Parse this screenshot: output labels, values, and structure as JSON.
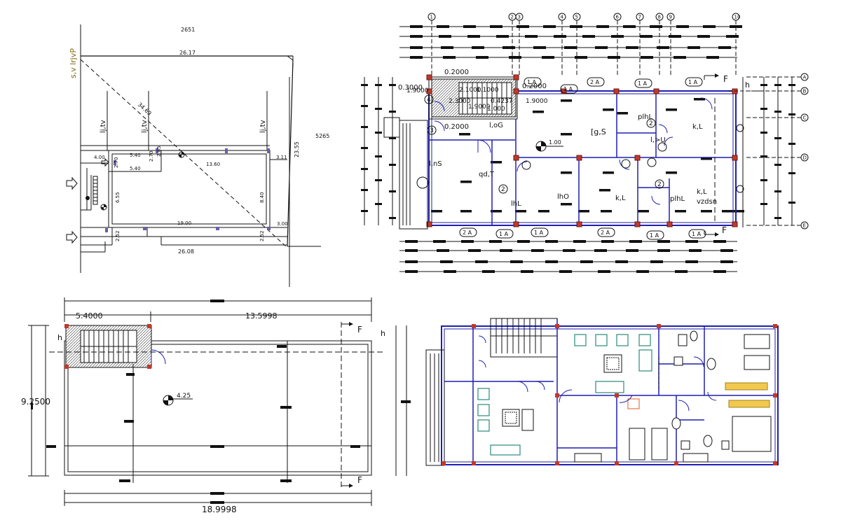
{
  "site_plan": {
    "top_dim": "2651",
    "road_label": "s,v lrjvP",
    "length_top": "26.17",
    "diagonal": "34.69",
    "right_dim": "5265",
    "depth_right": "23.55",
    "road_labels": [
      "lj,tv",
      "lj,tv",
      "lj,tv"
    ],
    "d_400": "4.00",
    "d_540a": "5.40",
    "d_540b": "5.40",
    "d_270a": "2.70",
    "d_270b": "2.70",
    "d_285": "2.85",
    "d_1360": "13.60",
    "d_311": "3.11",
    "d_655": "6.55",
    "d_840": "8.40",
    "d_1900": "19.00",
    "d_300": "3.00",
    "d_252a": "2.52",
    "d_252b": "2.52",
    "length_bottom": "26.08"
  },
  "ground_floor": {
    "grid_labels": [
      "1",
      "2",
      "3",
      "4",
      "5",
      "6",
      "7",
      "8",
      "9",
      "10"
    ],
    "row_labels": [
      "A",
      "B",
      "C",
      "D",
      "E"
    ],
    "dims": {
      "d1": "0.2000",
      "d2": "0.3000",
      "d3": "1.9000",
      "d4": "2.1000",
      "d5": "1.1000",
      "d6": "0.2000",
      "d7": "2.3000",
      "d8": "0.4237",
      "d9": "1.9000",
      "d10": "1.9000",
      "d11": "1.000",
      "d12": "0.2000",
      "d13": "1.00"
    },
    "room_labels": {
      "r1": "[g,S",
      "r2": "plhL",
      "r3": "k,L",
      "r4": "l,>U",
      "r5": "qd,T",
      "r6": "l,nS",
      "r7": "k,L",
      "r8": "plhL",
      "r9": "k,L",
      "r10": "vzdsn",
      "r11": "lhL",
      "r12": "l,oG",
      "r13": "lhO"
    },
    "section_tags": [
      "1 A",
      "2 A",
      "1 A",
      "1 A",
      "2 A",
      "1 A",
      "1 A",
      "2 A",
      "1 A",
      "1 A",
      "1 A"
    ],
    "section_marks": [
      "F",
      "F",
      "h"
    ],
    "stair_circles": [
      "4",
      "3",
      "2",
      "2",
      "2"
    ],
    "level": "1.00"
  },
  "roof_plan": {
    "dim_left": "5.4000",
    "dim_right": "13.5998",
    "dim_total": "18.9998",
    "dim_height": "9.2500",
    "level": "4.25",
    "section_marks": [
      "F",
      "F",
      "h",
      "h"
    ]
  },
  "furniture_plan": {}
}
